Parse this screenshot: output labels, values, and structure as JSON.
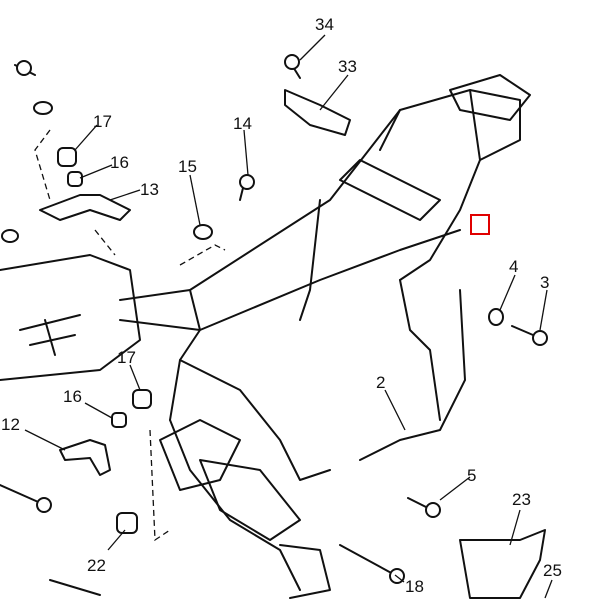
{
  "diagram": {
    "labels": [
      "34",
      "33",
      "17",
      "16",
      "13",
      "14",
      "15",
      "4",
      "3",
      "2",
      "17",
      "16",
      "12",
      "5",
      "23",
      "22",
      "18",
      "25"
    ],
    "highlight_color": "#e00000"
  }
}
